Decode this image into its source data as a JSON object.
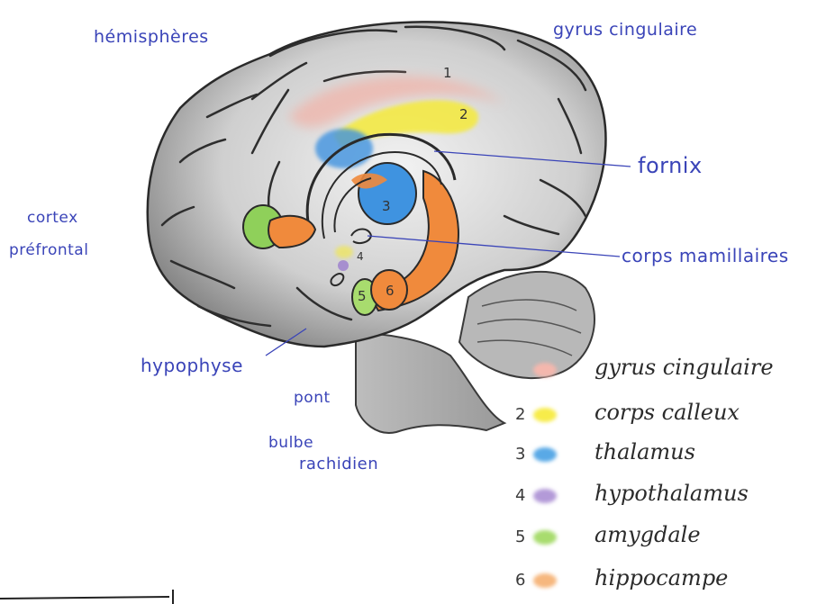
{
  "labels": {
    "hemispheres": "hémisphères",
    "gyrus_top": "gyrus cingulaire",
    "fornix": "fornix",
    "cortex_line1": "cortex",
    "cortex_line2": "préfrontal",
    "corps_mamillaires": "corps mamillaires",
    "hypophyse": "hypophyse",
    "pont": "pont",
    "bulbe_line1": "bulbe",
    "bulbe_line2": "rachidien"
  },
  "region_numbers": [
    "1",
    "2",
    "3",
    "4",
    "5",
    "6"
  ],
  "legend": [
    {
      "num": "",
      "label": "gyrus cingulaire",
      "color": "#f4b7ad"
    },
    {
      "num": "2",
      "label": "corps calleux",
      "color": "#f7ec4a"
    },
    {
      "num": "3",
      "label": "thalamus",
      "color": "#59a9e6"
    },
    {
      "num": "4",
      "label": "hypothalamus",
      "color": "#b39ad8"
    },
    {
      "num": "5",
      "label": "amygdale",
      "color": "#a8dc6e"
    },
    {
      "num": "6",
      "label": "hippocampe",
      "color": "#f6b77e"
    }
  ],
  "colors": {
    "label_ink": "#3a44b8",
    "brain_shade": "#8f8f8f",
    "orange": "#f08a3c",
    "blue": "#3f93e0",
    "green": "#8fd05a",
    "yellow": "#f5ea3a",
    "pink": "#f2b1a6",
    "purple": "#a78fcf"
  }
}
